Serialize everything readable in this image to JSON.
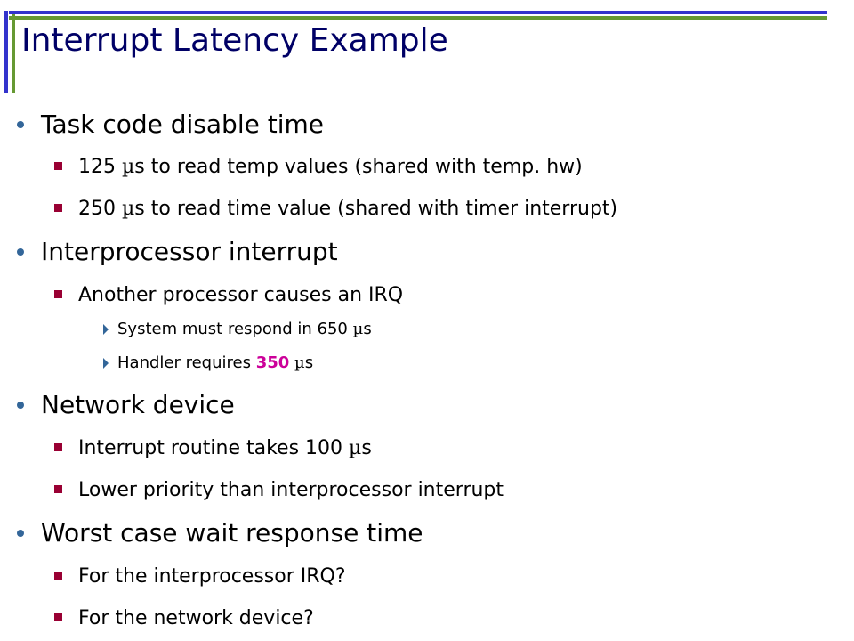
{
  "slide": {
    "title": "Interrupt Latency Example",
    "colors": {
      "title": "#000066",
      "accent_blue": "#3333cc",
      "accent_green": "#669933",
      "bullet_square": "#990033",
      "highlight": "#cc0099"
    },
    "sections": [
      {
        "heading": "Task code disable time",
        "items": [
          {
            "pre": "125 ",
            "unit": "µ",
            "post": "s to read temp values (shared with temp. hw)"
          },
          {
            "pre": "250 ",
            "unit": "µ",
            "post": "s to read time value (shared with timer interrupt)"
          }
        ]
      },
      {
        "heading": "Interprocessor interrupt",
        "items": [
          {
            "text": "Another processor causes an IRQ"
          }
        ],
        "subitems": [
          {
            "pre": "System must respond in 650 ",
            "unit": "µ",
            "post": "s"
          },
          {
            "pre": "Handler requires ",
            "highlight": "350",
            "unit": "µ",
            "post": "s"
          }
        ]
      },
      {
        "heading": "Network device",
        "items": [
          {
            "pre": "Interrupt routine takes 100 ",
            "unit": "µ",
            "post": "s"
          },
          {
            "text": "Lower priority than interprocessor interrupt"
          }
        ]
      },
      {
        "heading": "Worst case wait response time",
        "items": [
          {
            "text": "For the interprocessor IRQ?"
          },
          {
            "text": "For the network device?"
          }
        ]
      }
    ]
  }
}
